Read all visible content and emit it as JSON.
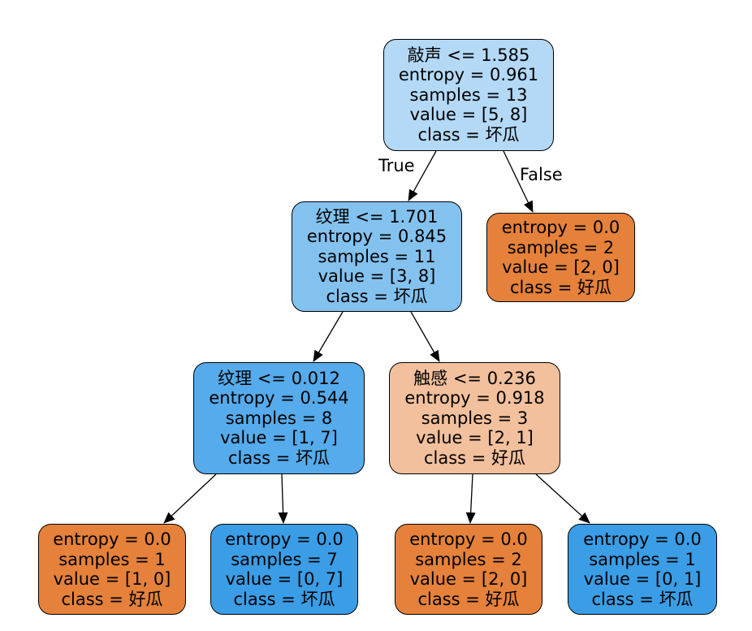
{
  "tree": {
    "nodes": [
      {
        "id": "n0",
        "condition": "敲声 <= 1.585",
        "entropy": "entropy = 0.961",
        "samples": "samples = 13",
        "value": "value = [5, 8]",
        "class": "class = 坏瓜",
        "fill": "#b3d9f6"
      },
      {
        "id": "n1",
        "condition": "纹理 <= 1.701",
        "entropy": "entropy = 0.845",
        "samples": "samples = 11",
        "value": "value = [3, 8]",
        "class": "class = 坏瓜",
        "fill": "#83c2ef"
      },
      {
        "id": "n2",
        "entropy": "entropy = 0.0",
        "samples": "samples = 2",
        "value": "value = [2, 0]",
        "class": "class = 好瓜",
        "fill": "#e5813a"
      },
      {
        "id": "n3",
        "condition": "纹理 <= 0.012",
        "entropy": "entropy = 0.544",
        "samples": "samples = 8",
        "value": "value = [1, 7]",
        "class": "class = 坏瓜",
        "fill": "#55abeb"
      },
      {
        "id": "n4",
        "condition": "触感 <= 0.236",
        "entropy": "entropy = 0.918",
        "samples": "samples = 3",
        "value": "value = [2, 1]",
        "class": "class = 好瓜",
        "fill": "#f2c09c"
      },
      {
        "id": "n5",
        "entropy": "entropy = 0.0",
        "samples": "samples = 1",
        "value": "value = [1, 0]",
        "class": "class = 好瓜",
        "fill": "#e5813a"
      },
      {
        "id": "n6",
        "entropy": "entropy = 0.0",
        "samples": "samples = 7",
        "value": "value = [0, 7]",
        "class": "class = 坏瓜",
        "fill": "#3a9de6"
      },
      {
        "id": "n7",
        "entropy": "entropy = 0.0",
        "samples": "samples = 2",
        "value": "value = [2, 0]",
        "class": "class = 好瓜",
        "fill": "#e5813a"
      },
      {
        "id": "n8",
        "entropy": "entropy = 0.0",
        "samples": "samples = 1",
        "value": "value = [0, 1]",
        "class": "class = 坏瓜",
        "fill": "#3a9de6"
      }
    ],
    "edges": [
      {
        "from": "n0",
        "to": "n1",
        "label": "True"
      },
      {
        "from": "n0",
        "to": "n2",
        "label": "False"
      },
      {
        "from": "n1",
        "to": "n3"
      },
      {
        "from": "n1",
        "to": "n4"
      },
      {
        "from": "n3",
        "to": "n5"
      },
      {
        "from": "n3",
        "to": "n6"
      },
      {
        "from": "n4",
        "to": "n7"
      },
      {
        "from": "n4",
        "to": "n8"
      }
    ]
  }
}
